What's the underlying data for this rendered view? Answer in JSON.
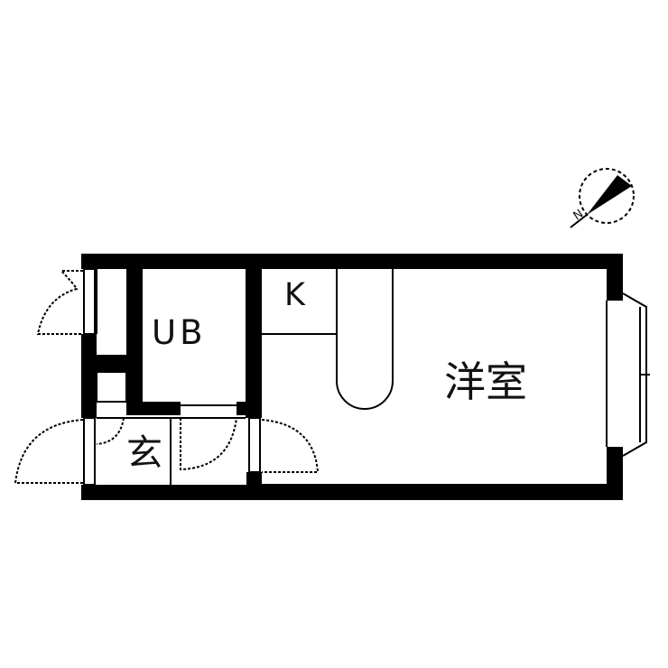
{
  "floor_plan": {
    "rooms": {
      "bath": "UB",
      "kitchen": "K",
      "western_room": "洋室",
      "entrance": "玄"
    },
    "compass": {
      "icon": "north-arrow-icon",
      "label": "N"
    },
    "colors": {
      "wall": "#000000",
      "background": "#ffffff"
    }
  }
}
